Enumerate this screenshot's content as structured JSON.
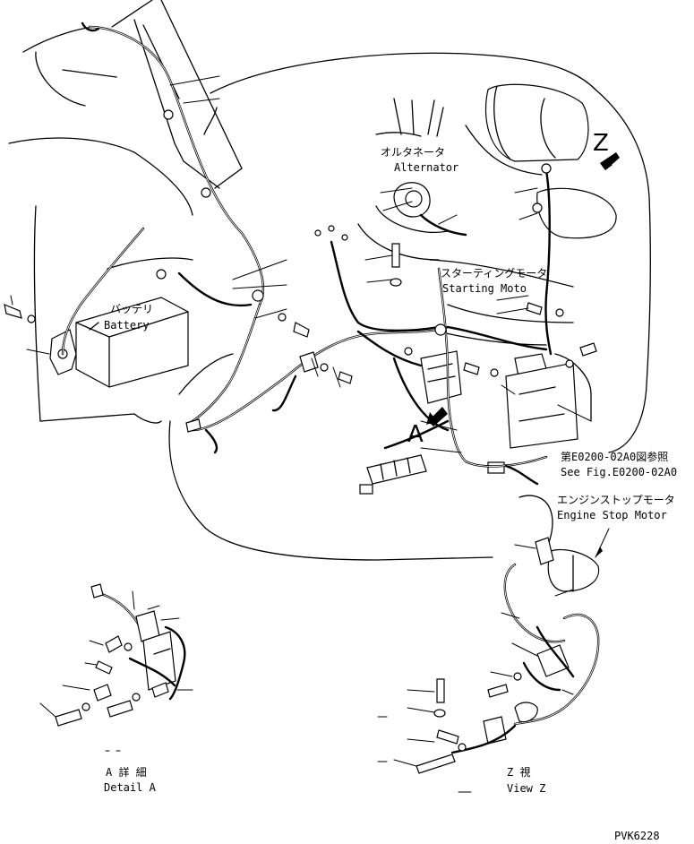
{
  "labels": {
    "alternator_jp": "オルタネータ",
    "alternator_en": "Alternator",
    "starting_motor_jp": "スターティングモータ",
    "starting_motor_en": "Starting Moto",
    "battery_jp": "バッテリ",
    "battery_en": "Battery",
    "see_fig_jp": "第E0200-02A0図参照",
    "see_fig_en": "See Fig.E0200-02A0",
    "engine_stop_motor_jp": "エンジンストップモータ",
    "engine_stop_motor_en": "Engine Stop Motor",
    "view_z_marker": "Z",
    "detail_a_marker": "A",
    "detail_a_jp": "A 詳 細",
    "detail_a_en": "Detail A",
    "view_z_jp": "Z   視",
    "view_z_en": "View Z",
    "drawing_code": "PVK6228"
  }
}
